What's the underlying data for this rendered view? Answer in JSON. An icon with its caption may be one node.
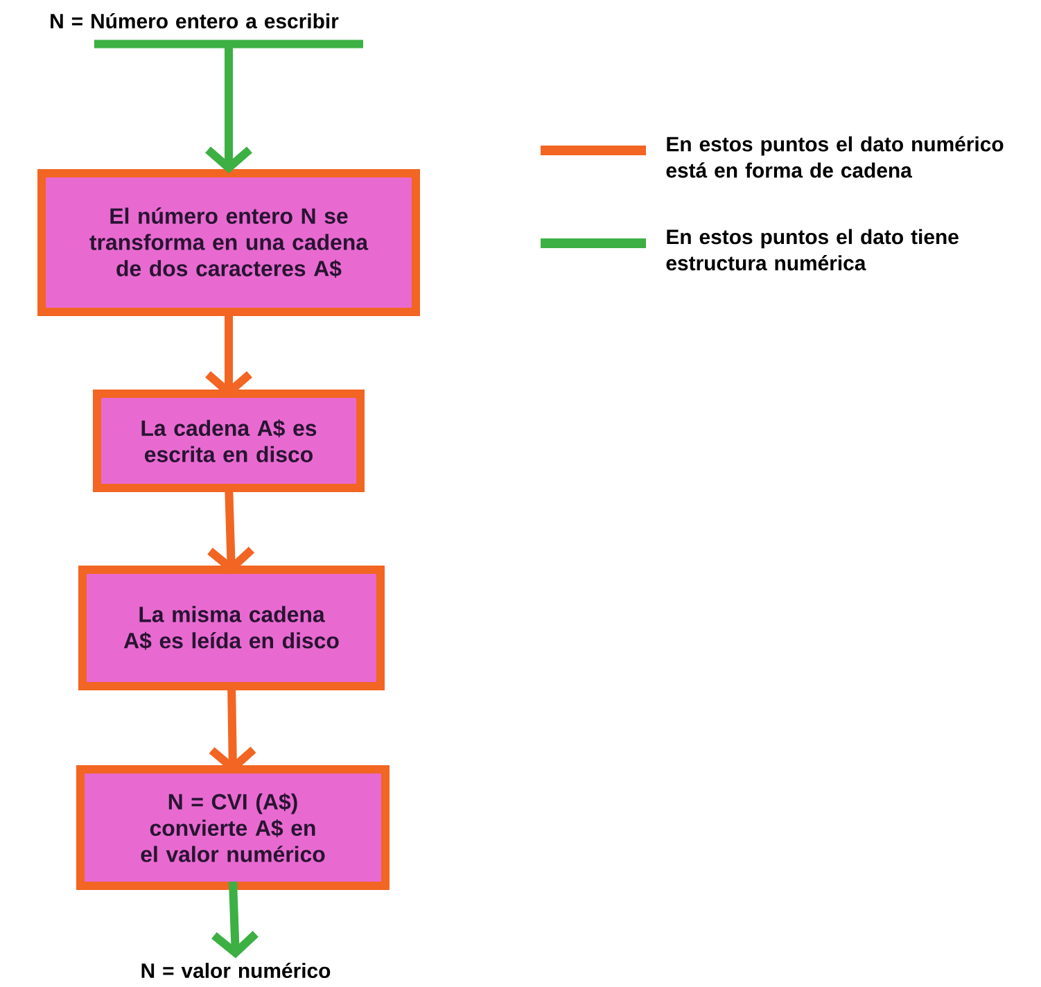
{
  "diagram": {
    "nodes": [
      {
        "text": [
          "N = Número entero a escribir"
        ]
      },
      {
        "text": [
          "El número entero N se transforma en una cadena de dos caracteres A$"
        ]
      },
      {
        "text": [
          "La cadena A$ es escrita en disco"
        ]
      },
      {
        "text": [
          "La misma cadena A$ es leída en disco"
        ]
      },
      {
        "text": [
          "N = CVI (A$) convierte A$ en el valor numérico"
        ]
      },
      {
        "text": [
          "N = valor numérico"
        ]
      }
    ],
    "edges": [
      {
        "from": 0,
        "to": 1,
        "arrow": "to",
        "color": "#3cb043"
      },
      {
        "from": 1,
        "to": 2,
        "arrow": "to"
      },
      {
        "from": 2,
        "to": 3,
        "arrow": "to"
      },
      {
        "from": 3,
        "to": 4,
        "arrow": "to"
      },
      {
        "from": 4,
        "to": 5,
        "arrow": "to",
        "color": "#3cb043"
      }
    ],
    "legend": [
      {
        "text": "En estos puntos el dato numérico está en forma de cadena",
        "color": "#f26522"
      },
      {
        "text": "En estos puntos el dato tiene estructura numérica",
        "color": "#3cb043"
      }
    ]
  }
}
